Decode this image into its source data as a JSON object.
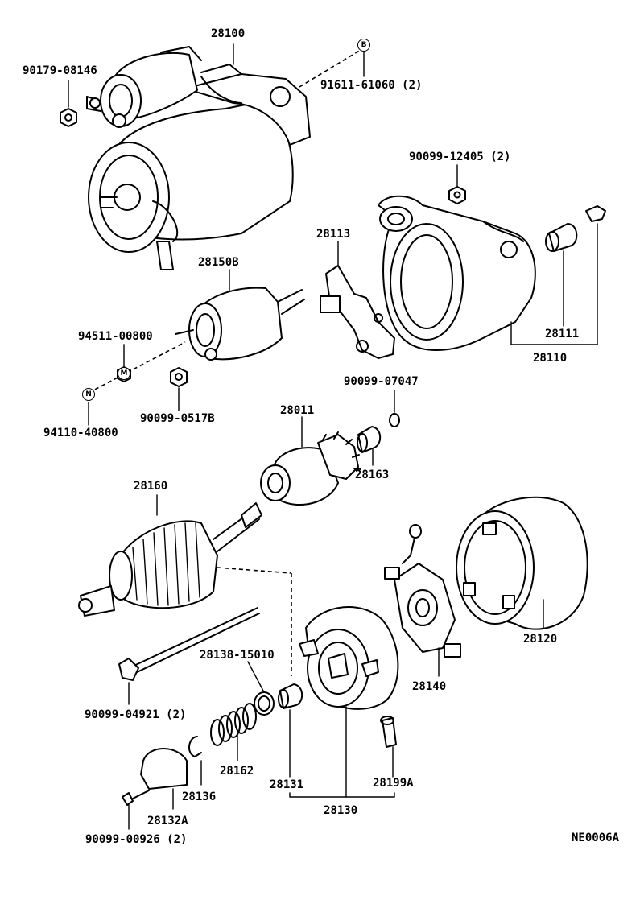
{
  "diagram_code": "NE0006A",
  "callouts": {
    "c28100": "28100",
    "c90179": "90179-08146",
    "c91611": "91611-61060 (2)",
    "c90099_12405": "90099-12405 (2)",
    "c28113": "28113",
    "c28150b": "28150B",
    "c94511": "94511-00800",
    "c90099_0517b": "90099-0517B",
    "c94110": "94110-40800",
    "c28111": "28111",
    "c28110": "28110",
    "c90099_07047": "90099-07047",
    "c28011": "28011",
    "c28163": "28163",
    "c28160": "28160",
    "c28120": "28120",
    "c28138": "28138-15010",
    "c28140": "28140",
    "c90099_04921": "90099-04921 (2)",
    "c28162": "28162",
    "c28131": "28131",
    "c28199a": "28199A",
    "c28136": "28136",
    "c28130": "28130",
    "c28132a": "28132A",
    "c90099_00926": "90099-00926 (2)"
  },
  "markers": {
    "b": "B",
    "m": "M",
    "n": "N"
  }
}
